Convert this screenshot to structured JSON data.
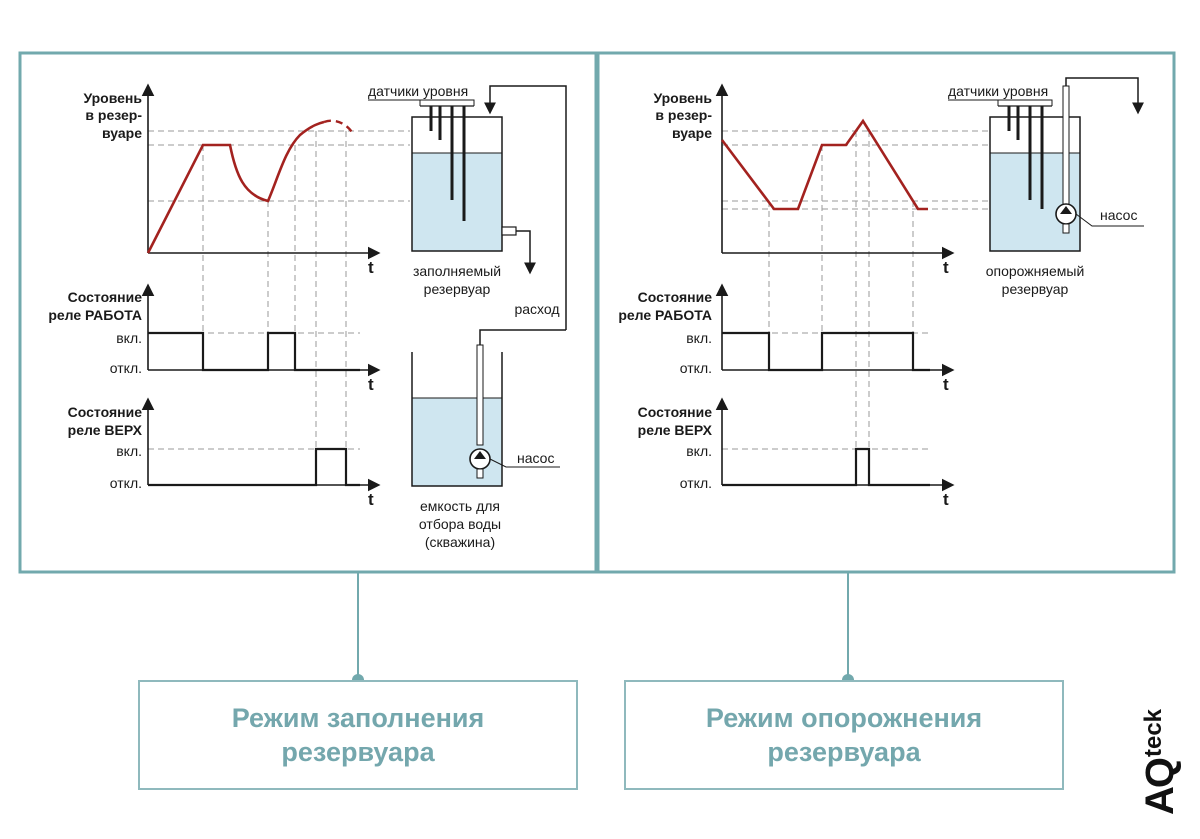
{
  "colors": {
    "frame": "#72a9ad",
    "signal": "#a3221f",
    "water": "#cfe6f0",
    "mode_text": "#74a7ad",
    "grid": "#9a9a9a"
  },
  "labels": {
    "level_line1": "Уровень",
    "level_line2": "в резер-",
    "level_line3": "вуаре",
    "work_line1": "Состояние",
    "work_line2": "реле РАБОТА",
    "top_line1": "Состояние",
    "top_line2": "реле ВЕРХ",
    "on": "вкл.",
    "off": "откл.",
    "t": "t",
    "sensors": "датчики уровня",
    "pump": "насос"
  },
  "fill_mode": {
    "tank_label_1": "заполняемый",
    "tank_label_2": "резервуар",
    "flow": "расход",
    "well_label_1": "емкость для",
    "well_label_2": "отбора воды",
    "well_label_3": "(скважина)",
    "caption": "Режим заполнения\nрезервуара"
  },
  "drain_mode": {
    "tank_label_1": "опорожняемый",
    "tank_label_2": "резервуар",
    "caption": "Режим опорожнения\nрезервуара"
  },
  "brand": {
    "mark": "AQ",
    "word": "teck"
  }
}
